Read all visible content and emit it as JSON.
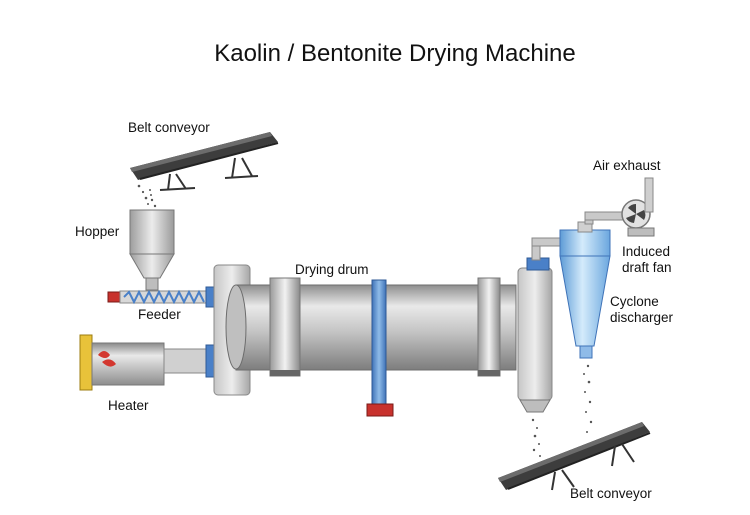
{
  "title": "Kaolin / Bentonite Drying Machine",
  "labels": {
    "belt_conveyor_top": "Belt conveyor",
    "hopper": "Hopper",
    "feeder": "Feeder",
    "heater": "Heater",
    "drying_drum": "Drying drum",
    "air_exhaust": "Air exhaust",
    "induced_draft_fan_line1": "Induced",
    "induced_draft_fan_line2": "draft fan",
    "cyclone_line1": "Cyclone",
    "cyclone_line2": "discharger",
    "belt_conveyor_bottom": "Belt conveyor"
  },
  "colors": {
    "steel_light": "#e8e8e8",
    "steel_mid": "#b9b9b9",
    "steel_dark": "#7a7a7a",
    "blue": "#5b8fd0",
    "blue_light": "#a9cdf0",
    "red": "#c8322d",
    "heater_yellow": "#e8c23a"
  }
}
